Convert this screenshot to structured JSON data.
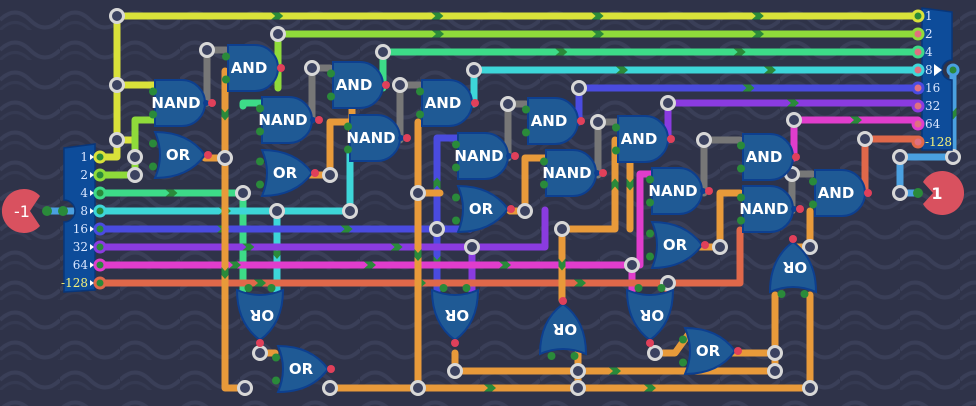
{
  "scene": "logic-circuit-editor",
  "input_value": {
    "label": "-1",
    "color": "#d9515f"
  },
  "output_value": {
    "label": "1",
    "color": "#d9515f"
  },
  "input_splitter": {
    "bits": [
      "1",
      "2",
      "4",
      "8",
      "16",
      "32",
      "64",
      "-128"
    ]
  },
  "output_combiner": {
    "bits": [
      "1",
      "2",
      "4",
      "8",
      "16",
      "32",
      "64",
      "-128"
    ]
  },
  "colors": {
    "background": "#2f3349",
    "gate_fill": "#1f5a95",
    "gate_stroke": "#0d3f8f",
    "splitter_fill": "#0d4c9a",
    "bit1": "#d9e23a",
    "bit2": "#8fdb3a",
    "bit4": "#3ddb88",
    "bit8": "#3dd6d9",
    "bit16": "#4a4be0",
    "bit32": "#8a3be0",
    "bit64": "#e03dcc",
    "bit128": "#e0684a",
    "carry": "#e89a3a",
    "gray": "#777777",
    "io": "#4aa0e0",
    "flow_arrow": "#2a8a3a"
  },
  "gates": [
    {
      "type": "AND",
      "label": "AND"
    },
    {
      "type": "NAND",
      "label": "NAND"
    },
    {
      "type": "OR",
      "label": "OR"
    },
    {
      "type": "AND",
      "label": "AND"
    },
    {
      "type": "NAND",
      "label": "NAND"
    },
    {
      "type": "OR",
      "label": "OR"
    },
    {
      "type": "AND",
      "label": "AND"
    },
    {
      "type": "NAND",
      "label": "NAND"
    },
    {
      "type": "NAND",
      "label": "NAND"
    },
    {
      "type": "OR",
      "label": "OR"
    },
    {
      "type": "AND",
      "label": "AND"
    },
    {
      "type": "NAND",
      "label": "NAND"
    },
    {
      "type": "AND",
      "label": "AND"
    },
    {
      "type": "NAND",
      "label": "NAND"
    },
    {
      "type": "OR",
      "label": "OR"
    },
    {
      "type": "AND",
      "label": "AND"
    },
    {
      "type": "NAND",
      "label": "NAND"
    },
    {
      "type": "AND",
      "label": "AND"
    },
    {
      "type": "OR",
      "label": "OR"
    },
    {
      "type": "OR",
      "label": "OR"
    },
    {
      "type": "OR",
      "label": "OR"
    },
    {
      "type": "OR",
      "label": "OR"
    },
    {
      "type": "OR",
      "label": "OR"
    },
    {
      "type": "OR",
      "label": "OR"
    },
    {
      "type": "OR",
      "label": "OR"
    }
  ]
}
